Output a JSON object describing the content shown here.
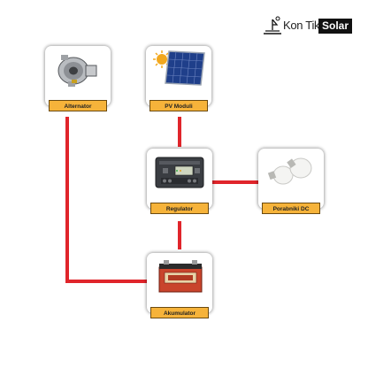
{
  "brand": {
    "name": "Kon Tiki",
    "badge": "Solar"
  },
  "nodes": {
    "alternator": {
      "label": "Alternator"
    },
    "pv": {
      "label": "PV Moduli"
    },
    "regulator": {
      "label": "Regulator"
    },
    "porabniki": {
      "label": "Porabniki DC"
    },
    "akumulator": {
      "label": "Akumulator"
    }
  },
  "colors": {
    "wire": "#e0252b",
    "label_bg": "#f6b33a"
  },
  "icons": [
    "alternator-icon",
    "solar-panel-icon",
    "sun-icon",
    "charge-controller-icon",
    "light-bulbs-icon",
    "battery-icon",
    "kontiki-logo-icon"
  ]
}
